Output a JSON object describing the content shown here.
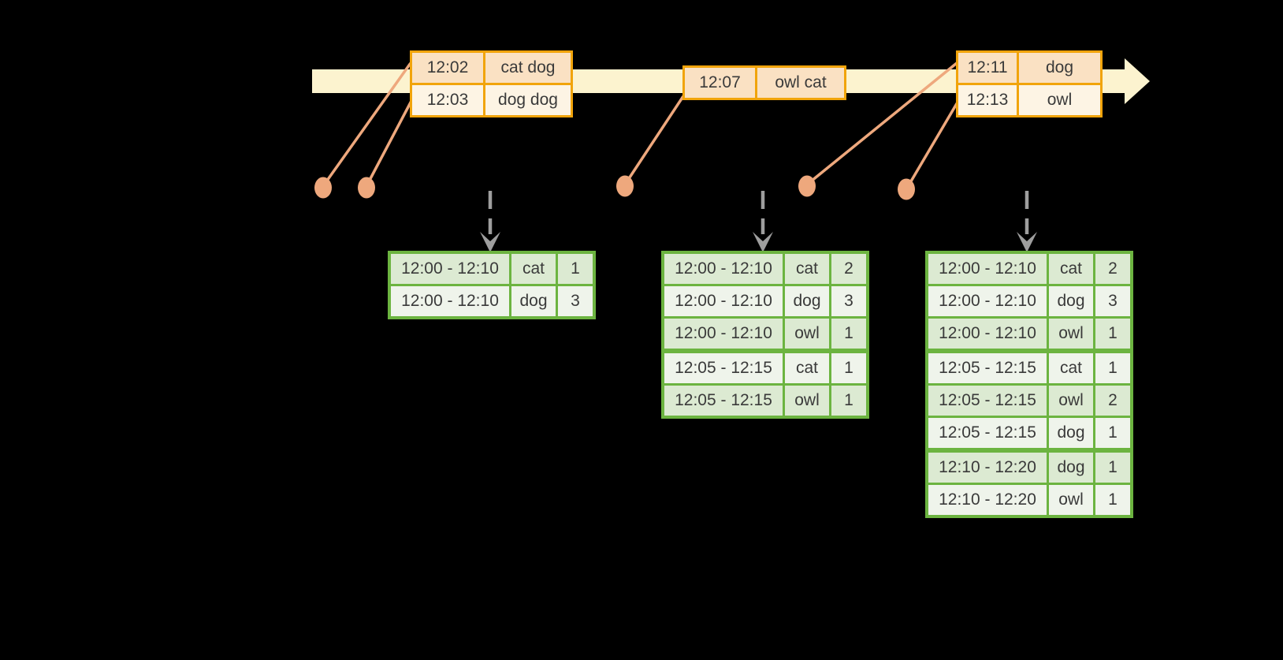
{
  "event_tables": [
    {
      "rows": [
        {
          "time": "12:02",
          "data": "cat dog"
        },
        {
          "time": "12:03",
          "data": "dog dog"
        }
      ]
    },
    {
      "rows": [
        {
          "time": "12:07",
          "data": "owl cat"
        }
      ]
    },
    {
      "rows": [
        {
          "time": "12:11",
          "data": "dog"
        },
        {
          "time": "12:13",
          "data": "owl"
        }
      ]
    }
  ],
  "result_tables": [
    {
      "rows": [
        {
          "window": "12:00 - 12:10",
          "word": "cat",
          "count": "1"
        },
        {
          "window": "12:00 - 12:10",
          "word": "dog",
          "count": "3"
        }
      ]
    },
    {
      "rows": [
        {
          "window": "12:00 - 12:10",
          "word": "cat",
          "count": "2"
        },
        {
          "window": "12:00 - 12:10",
          "word": "dog",
          "count": "3"
        },
        {
          "window": "12:00 - 12:10",
          "word": "owl",
          "count": "1"
        },
        {
          "window": "12:05 - 12:15",
          "word": "cat",
          "count": "1"
        },
        {
          "window": "12:05 - 12:15",
          "word": "owl",
          "count": "1"
        }
      ]
    },
    {
      "rows": [
        {
          "window": "12:00 - 12:10",
          "word": "cat",
          "count": "2"
        },
        {
          "window": "12:00 - 12:10",
          "word": "dog",
          "count": "3"
        },
        {
          "window": "12:00 - 12:10",
          "word": "owl",
          "count": "1"
        },
        {
          "window": "12:05 - 12:15",
          "word": "cat",
          "count": "1"
        },
        {
          "window": "12:05 - 12:15",
          "word": "owl",
          "count": "2"
        },
        {
          "window": "12:05 - 12:15",
          "word": "dog",
          "count": "1"
        },
        {
          "window": "12:10 - 12:20",
          "word": "dog",
          "count": "1"
        },
        {
          "window": "12:10 - 12:20",
          "word": "owl",
          "count": "1"
        }
      ]
    }
  ],
  "colors": {
    "background": "#000000",
    "timeline_band": "#FCF3CF",
    "event_table_border": "#F1A40B",
    "event_row_highlight": "#FAE1C3",
    "event_row_normal": "#FDF4E4",
    "connector_salmon": "#EEA87D",
    "result_table_border": "#6CB440",
    "result_row_odd": "#DCEAD2",
    "result_row_even": "#EFF4EB",
    "trigger_arrow_gray": "#9E9E9E",
    "text": "#3A3A3A"
  }
}
